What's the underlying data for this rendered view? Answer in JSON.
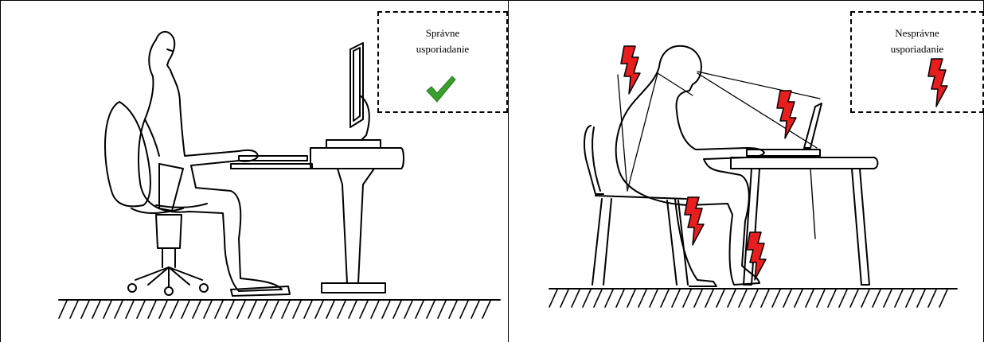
{
  "figure": {
    "panels": [
      {
        "id": "correct",
        "caption_lines": [
          "Správne",
          "usporiadanie"
        ],
        "marker_icon": "green-checkmark-icon",
        "marker_color": "#3a9e2e"
      },
      {
        "id": "incorrect",
        "caption_lines": [
          "Nesprávne",
          "usporiadanie"
        ],
        "marker_icon": "red-lightning-icon",
        "marker_color": "#e81e1e"
      }
    ],
    "pain_marker_color": "#e81e1e",
    "pain_marker_count": 5
  }
}
